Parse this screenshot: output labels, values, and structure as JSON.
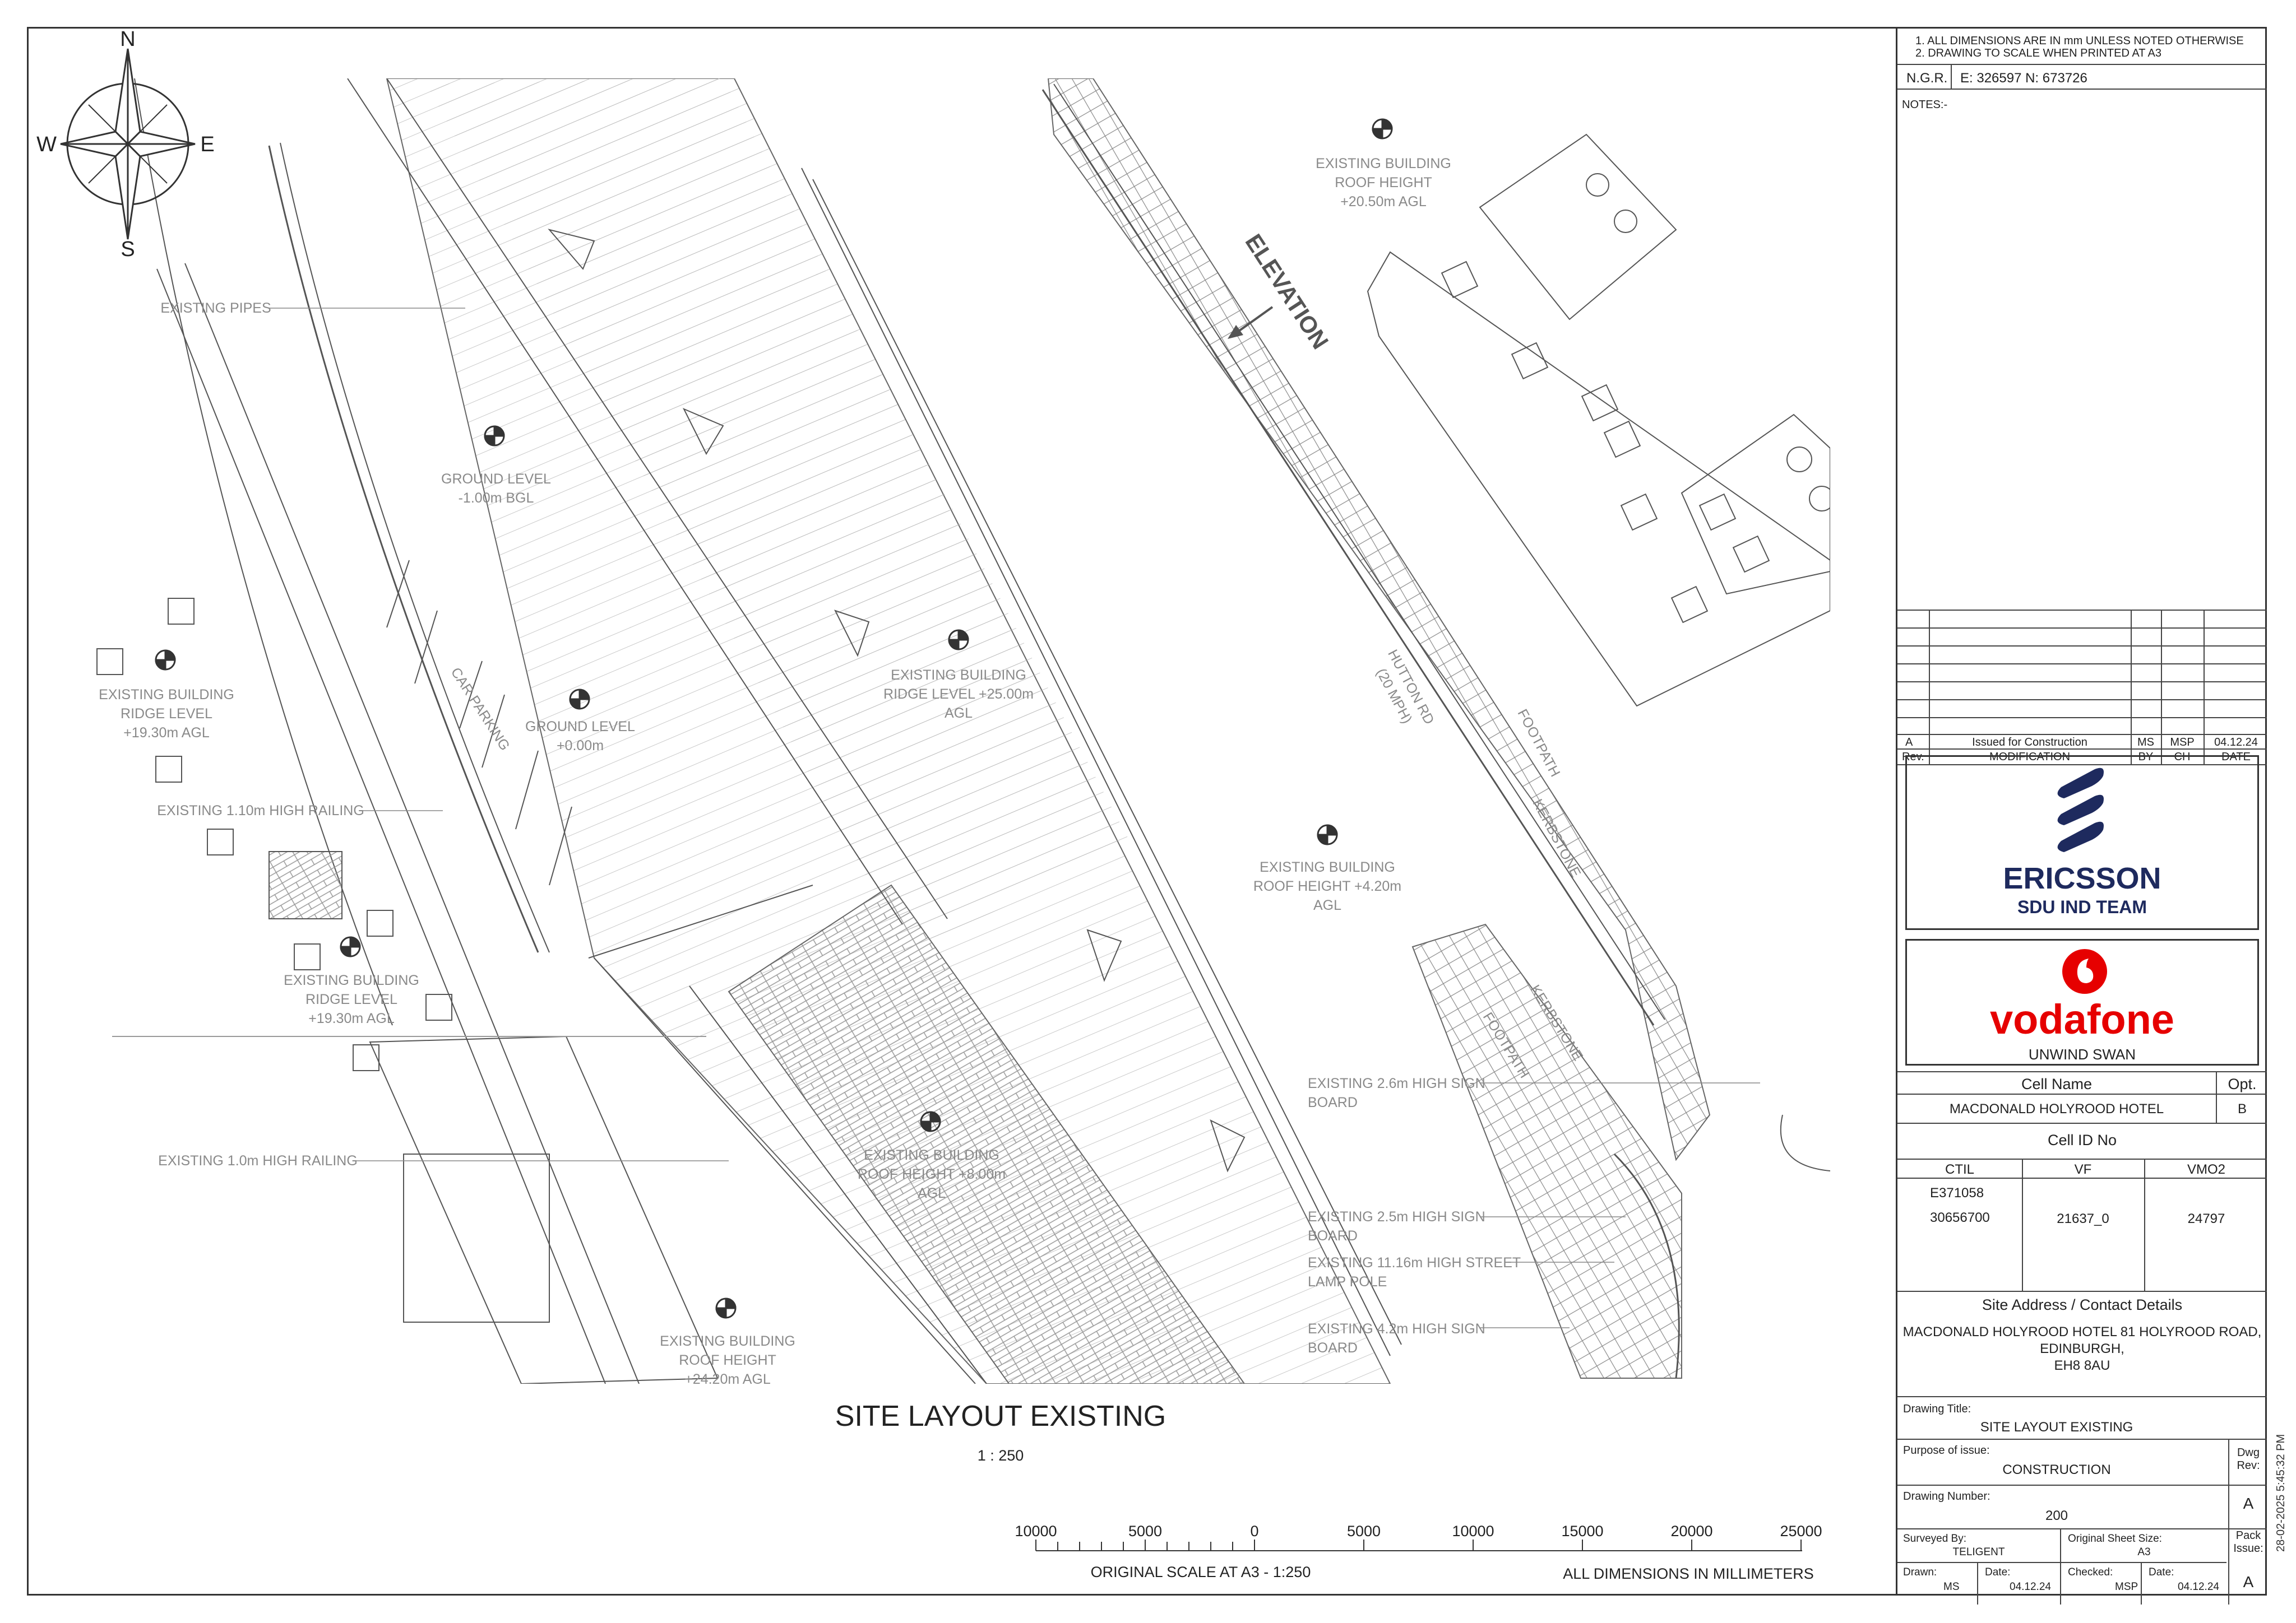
{
  "compass": {
    "n": "N",
    "e": "E",
    "s": "S",
    "w": "W"
  },
  "labels": {
    "existing_pipes": "EXISTING PIPES",
    "ground_level_1": [
      "GROUND LEVEL",
      "-1.00m BGL"
    ],
    "ground_level_2": [
      "GROUND LEVEL",
      "+0.00m"
    ],
    "car_parking": "CAR PARKING",
    "bldg_ridge_1": [
      "EXISTING BUILDING",
      "RIDGE LEVEL",
      "+19.30m AGL"
    ],
    "railing_110": "EXISTING 1.10m HIGH RAILING",
    "bldg_ridge_2": [
      "EXISTING BUILDING",
      "RIDGE LEVEL",
      "+19.30m AGL"
    ],
    "railing_10": "EXISTING 1.0m HIGH RAILING",
    "bldg_roof_2420": [
      "EXISTING BUILDING",
      "ROOF HEIGHT",
      "+24.20m AGL"
    ],
    "bldg_roof_800": [
      "EXISTING BUILDING",
      "ROOF HEIGHT +8.00m",
      "AGL"
    ],
    "bldg_ridge_2500": [
      "EXISTING BUILDING",
      "RIDGE LEVEL +25.00m",
      "AGL"
    ],
    "bldg_roof_420": [
      "EXISTING BUILDING",
      "ROOF HEIGHT +4.20m",
      "AGL"
    ],
    "bldg_roof_2050": [
      "EXISTING BUILDING",
      "ROOF HEIGHT",
      "+20.50m AGL"
    ],
    "elevation": "ELEVATION",
    "hutton_rd": [
      "HUTTON RD",
      "(20 MPH)"
    ],
    "footpath": "FOOTPATH",
    "kerbstone": "KERBSTONE",
    "sign_26": [
      "EXISTING 2.6m HIGH SIGN",
      "BOARD"
    ],
    "sign_25": [
      "EXISTING 2.5m HIGH SIGN",
      "BOARD"
    ],
    "lamp_pole": [
      "EXISTING 11.16m HIGH STREET",
      "LAMP POLE"
    ],
    "sign_42": [
      "EXISTING 4.2m HIGH SIGN",
      "BOARD"
    ]
  },
  "drawing": {
    "title": "SITE LAYOUT EXISTING",
    "scale": "1 : 250",
    "scale_ticks": [
      "10000",
      "5000",
      "0",
      "5000",
      "10000",
      "15000",
      "20000",
      "25000"
    ],
    "original_scale": "ORIGINAL SCALE AT A3 - 1:250",
    "all_dims": "ALL DIMENSIONS IN MILLIMETERS"
  },
  "title_block": {
    "notes_top": [
      "1. ALL DIMENSIONS ARE IN mm UNLESS NOTED OTHERWISE",
      "2. DRAWING TO SCALE WHEN PRINTED AT A3"
    ],
    "ngr_label": "N.G.R.",
    "ngr_value": "E: 326597  N: 673726",
    "notes_label": "NOTES:-",
    "rev_row": {
      "rev": "A",
      "mod": "Issued for Construction",
      "by": "MS",
      "ch": "MSP",
      "date": "04.12.24"
    },
    "rev_header": {
      "rev": "Rev.",
      "mod": "MODIFICATION",
      "by": "BY",
      "ch": "CH",
      "date": "DATE"
    },
    "ericsson": {
      "name": "ERICSSON",
      "team": "SDU IND TEAM",
      "color": "#1e2a5e"
    },
    "vodafone": {
      "name": "vodafone",
      "sub": "UNWIND SWAN",
      "color": "#e60000"
    },
    "cell_name_label": "Cell Name",
    "opt_label": "Opt.",
    "cell_name": "MACDONALD HOLYROOD HOTEL",
    "opt": "B",
    "cell_id_label": "Cell ID No",
    "ctil_label": "CTIL",
    "vf_label": "VF",
    "vmo2_label": "VMO2",
    "ctil_1": "E371058",
    "ctil_2": "30656700",
    "vf": "21637_0",
    "vmo2": "24797",
    "site_address_label": "Site Address / Contact Details",
    "address": [
      "MACDONALD HOLYROOD HOTEL 81 HOLYROOD ROAD,",
      "EDINBURGH,",
      "EH8 8AU"
    ],
    "drawing_title_label": "Drawing Title:",
    "drawing_title": "SITE LAYOUT EXISTING",
    "purpose_label": "Purpose of issue:",
    "purpose": "CONSTRUCTION",
    "dwg_rev_label": [
      "Dwg",
      "Rev:"
    ],
    "drawing_number_label": "Drawing Number:",
    "drawing_number": "200",
    "dwg_rev": "A",
    "surveyed_by_label": "Surveyed By:",
    "surveyed_by": "TELIGENT",
    "sheet_size_label": "Original Sheet Size:",
    "sheet_size": "A3",
    "pack_issue_label": [
      "Pack",
      "Issue:"
    ],
    "pack_issue": "A",
    "drawn_label": "Drawn:",
    "drawn": "MS",
    "date_label": "Date:",
    "drawn_date": "04.12.24",
    "checked_label": "Checked:",
    "checked": "MSP",
    "checked_date_label": "Date:",
    "checked_date": "04.12.24"
  },
  "timestamp": "28-02-2025 5:45:32 PM"
}
